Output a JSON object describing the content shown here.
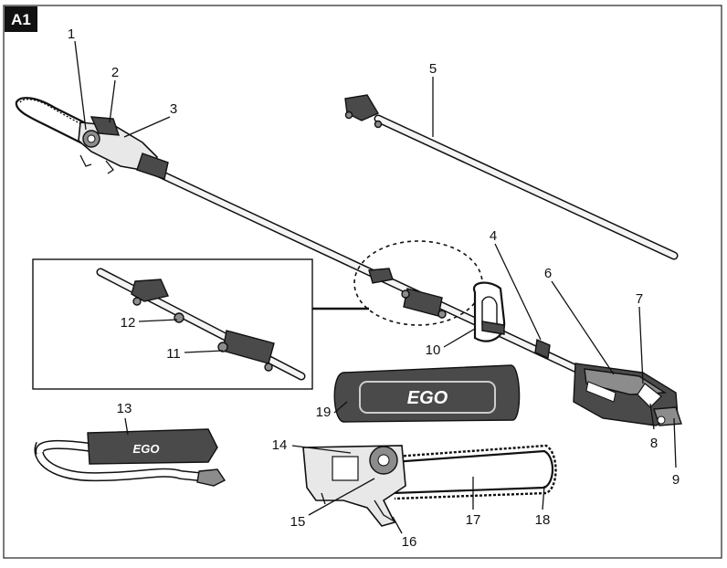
{
  "figure_tag": "A1",
  "brand_logo": "EGO",
  "callouts": [
    "1",
    "2",
    "3",
    "4",
    "5",
    "6",
    "7",
    "8",
    "9",
    "10",
    "11",
    "12",
    "13",
    "14",
    "15",
    "16",
    "17",
    "18",
    "19"
  ],
  "colors": {
    "ink": "#111111",
    "tag_bg": "#111111",
    "tag_text": "#ffffff",
    "body_dark": "#4a4a4a",
    "body_mid": "#8c8c8c",
    "metal": "#e8e8e8"
  }
}
